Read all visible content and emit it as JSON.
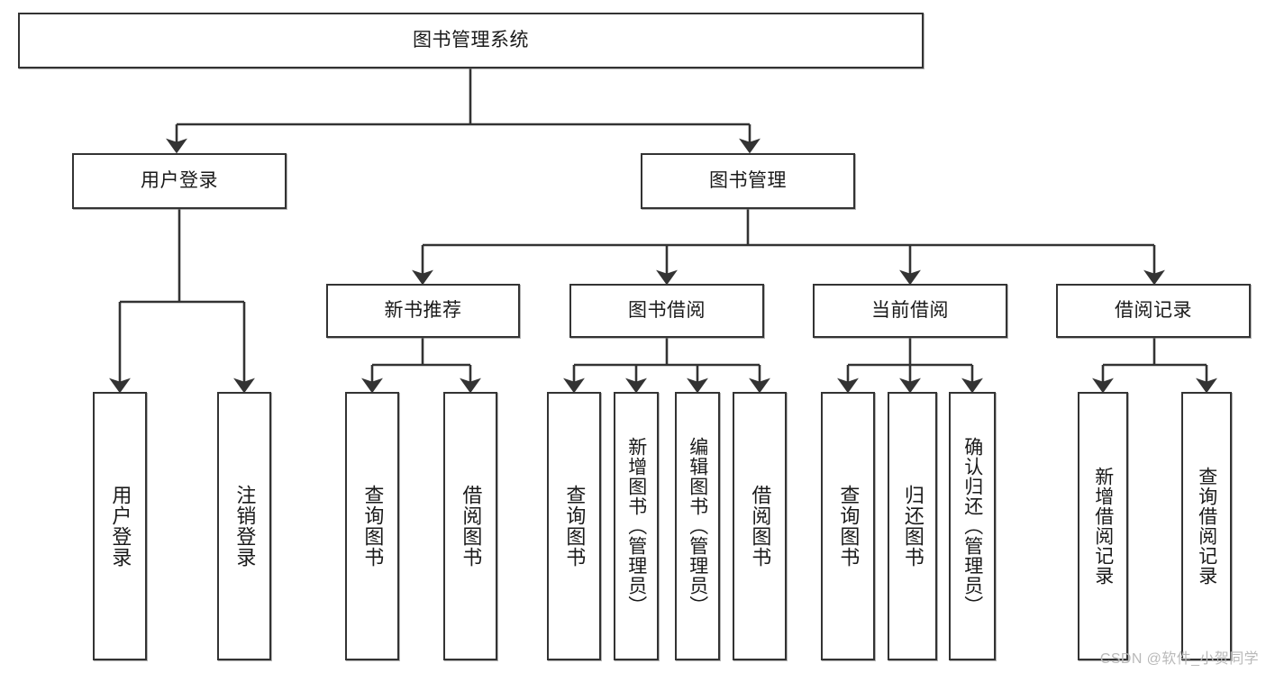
{
  "diagram": {
    "title": "图书管理系统",
    "type": "tree-hierarchy-chart",
    "watermark": "CSDN @软件_小贺同学",
    "colors": {
      "box_border": "#333333",
      "box_fill": "#ffffff",
      "line": "#333333",
      "text": "#1a1a1a",
      "watermark": "#b9b9b9",
      "background": "#ffffff"
    },
    "root": {
      "label": "图书管理系统"
    },
    "level2": [
      {
        "label": "用户登录"
      },
      {
        "label": "图书管理"
      }
    ],
    "level3": [
      {
        "label": "新书推荐"
      },
      {
        "label": "图书借阅"
      },
      {
        "label": "当前借阅"
      },
      {
        "label": "借阅记录"
      }
    ],
    "leaves": {
      "user_login": [
        {
          "label": "用户登录"
        },
        {
          "label": "注销登录"
        }
      ],
      "new_book": [
        {
          "label": "查询图书"
        },
        {
          "label": "借阅图书"
        }
      ],
      "book_borrow": [
        {
          "label": "查询图书"
        },
        {
          "label": "新增图书（管理员）"
        },
        {
          "label": "编辑图书（管理员）"
        },
        {
          "label": "借阅图书"
        }
      ],
      "current_borrow": [
        {
          "label": "查询图书"
        },
        {
          "label": "归还图书"
        },
        {
          "label": "确认归还（管理员）"
        }
      ],
      "borrow_record": [
        {
          "label": "新增借阅记录"
        },
        {
          "label": "查询借阅记录"
        }
      ]
    }
  }
}
